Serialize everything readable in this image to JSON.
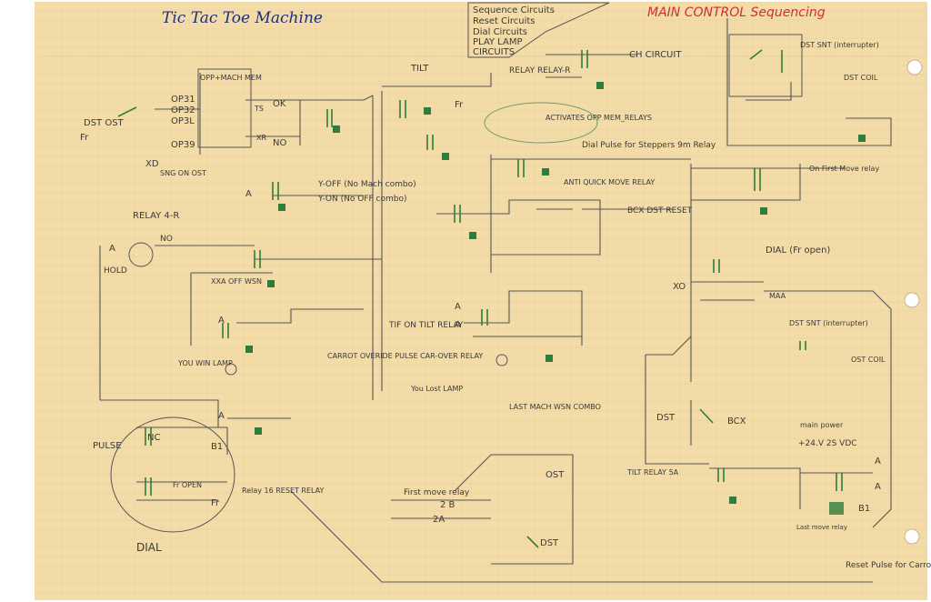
{
  "title": "Tic Tac Toe Machine",
  "header_box": [
    "Sequence Circuits",
    "Reset Circuits",
    "Dial Circuits",
    "PLAY LAMP",
    "CIRCUITS"
  ],
  "section_title": "MAIN CONTROL Sequencing",
  "colors": {
    "paper": "#f4dca8",
    "pencil": "#3a3a3a",
    "green": "#2f7d3a",
    "red": "#d0312d",
    "blue": "#1e2f7a",
    "grid": "#e5cc9c"
  },
  "labels": {
    "dst_ost": "DST OST",
    "fr": "Fr",
    "opp_mach_mem": "OPP+MACH MEM",
    "op31": "OP31",
    "op32": "OP32",
    "op3l": "OP3L",
    "op39": "OP39",
    "xd": "XD",
    "sng_on_ost": "SNG ON OST",
    "ok": "OK",
    "no": "NO",
    "xr": "XR",
    "ts": "TS",
    "tilt": "TILT",
    "relay_r": "RELAY RELAY-R",
    "ch_circuit": "CH CIRCUIT",
    "activates_opp": "ACTIVATES OPP MEM_RELAYS",
    "dial_pulse": "Dial Pulse for Steppers 9m Relay",
    "anti_quick": "ANTI QUICK MOVE RELAY",
    "y_off": "Y-OFF (No Mach combo)",
    "y_on": "Y-ON (No OFF combo)",
    "relay_4r": "RELAY 4-R",
    "hold": "HOLD",
    "off_wsn": "XXA OFF WSN",
    "you_win": "YOU WIN LAMP",
    "carrot_override": "CARROT OVERIDE PULSE CAR-OVER RELAY",
    "tilt_on": "TIF ON TILT RELAY",
    "you_lost": "You Lost LAMP",
    "last_mach": "LAST MACH WSN COMBO",
    "bcx_dst_reset": "BCX DST RESET",
    "on_first_move": "On First Move relay",
    "dst_snt_interrupter": "DST SNT (interrupter)",
    "dst_coil": "DST COIL",
    "dial_fr_open": "DIAL (Fr open)",
    "ost_snt_interrupter": "DST SNT (interrupter)",
    "ost_coil": "OST COIL",
    "pulse": "PULSE",
    "nc": "NC",
    "b1": "B1",
    "fr_open": "Fr OPEN",
    "relay_16": "Relay 16 RESET RELAY",
    "dial": "DIAL",
    "first_move_relay": "First move relay",
    "relay_2b": "2 B",
    "relay_2a": "2A",
    "tilt_relay_5a": "TILT RELAY 5A",
    "dst": "DST",
    "bcx": "BCX",
    "main_power": "main power",
    "vdc": "+24.V 2S VDC",
    "reset_pulse": "Reset Pulse for Carrot Circuit",
    "ost": "OST",
    "dst2": "DST",
    "a": "A",
    "xo": "XO",
    "maa": "MAA",
    "last_move_relay": "Last move relay"
  }
}
